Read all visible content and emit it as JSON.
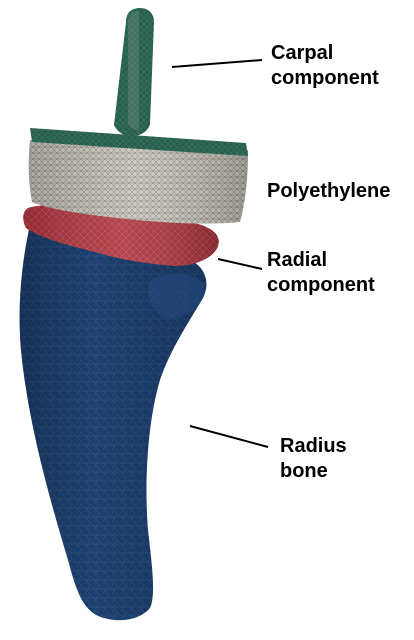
{
  "figure": {
    "labels": {
      "carpal": [
        "Carpal",
        "component"
      ],
      "polyethylene": [
        "Polyethylene"
      ],
      "radial": [
        "Radial",
        "component"
      ],
      "radius": [
        "Radius",
        "bone"
      ]
    },
    "colors": {
      "carpal_component": "#2a5f4e",
      "polyethylene": "#c9c6bd",
      "radial_component": "#a8323b",
      "radius_bone": "#1d3f6e",
      "leader_line": "#000000",
      "background": "#ffffff"
    }
  }
}
